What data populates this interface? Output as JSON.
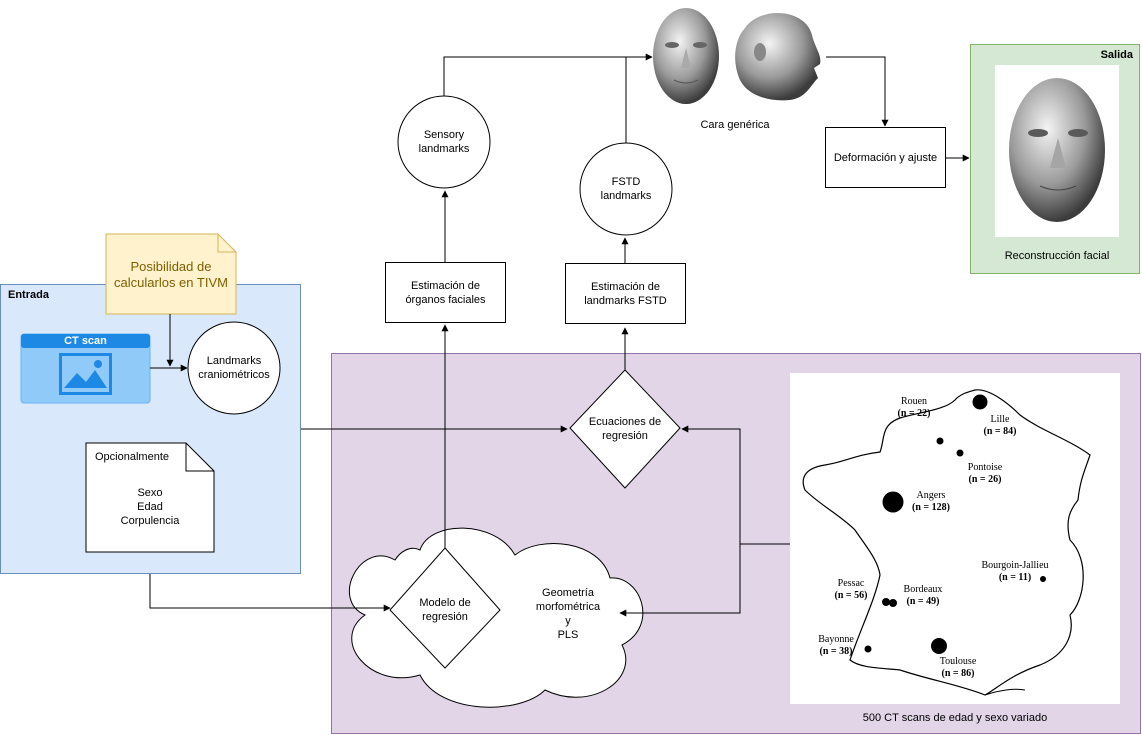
{
  "panels": {
    "entrada": "Entrada",
    "salida": "Salida"
  },
  "nodes": {
    "ct_scan": "CT scan",
    "note_tivm": [
      "Posibilidad de",
      "calcularlos en TIVM"
    ],
    "landmarks_craneo": [
      "Landmarks",
      "craniométricos"
    ],
    "opcional_title": "Opcionalmente",
    "opcional_items": [
      "Sexo",
      "Edad",
      "Corpulencia"
    ],
    "sensory": [
      "Sensory",
      "landmarks"
    ],
    "fstd": [
      "FSTD",
      "landmarks"
    ],
    "est_organos": [
      "Estimación de",
      "órganos faciales"
    ],
    "est_fstd": [
      "Estimación de",
      "landmarks FSTD"
    ],
    "ecuaciones": [
      "Ecuaciones de",
      "regresión"
    ],
    "modelo": [
      "Modelo de",
      "regresión"
    ],
    "geometria": [
      "Geometría",
      "morfométrica",
      "y",
      "PLS"
    ],
    "cara_generica": "Cara genérica",
    "deformacion": "Deformación y ajuste",
    "reconstruccion": "Reconstrucción facial",
    "dataset_caption": "500 CT scans de edad y sexo variado"
  },
  "map_cities": [
    {
      "name": "Rouen",
      "n": "(n = 22)"
    },
    {
      "name": "Lille",
      "n": "(n = 84)"
    },
    {
      "name": "Pontoise",
      "n": "(n = 26)"
    },
    {
      "name": "Angers",
      "n": "(n = 128)"
    },
    {
      "name": "Bourgoin-Jallieu",
      "n": "(n = 11)"
    },
    {
      "name": "Pessac",
      "n": "(n = 56)"
    },
    {
      "name": "Bordeaux",
      "n": "(n = 49)"
    },
    {
      "name": "Bayonne",
      "n": "(n = 38)"
    },
    {
      "name": "Toulouse",
      "n": "(n = 86)"
    }
  ],
  "colors": {
    "entrada_fill": "#dae8fc",
    "regresion_fill": "#e1d5e7",
    "salida_fill": "#d5e8d4",
    "note_fill": "#fff2cc",
    "note_text": "#7f6000",
    "ct_blue": "#1e88e5"
  }
}
